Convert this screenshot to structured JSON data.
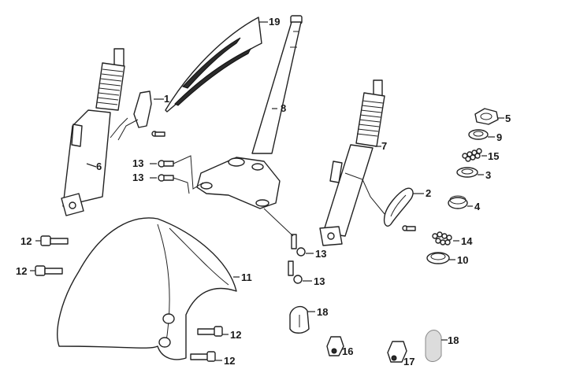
{
  "diagram": {
    "callouts": [
      {
        "id": "c1",
        "label": "1"
      },
      {
        "id": "c2",
        "label": "2"
      },
      {
        "id": "c3",
        "label": "3"
      },
      {
        "id": "c4",
        "label": "4"
      },
      {
        "id": "c5",
        "label": "5"
      },
      {
        "id": "c6",
        "label": "6"
      },
      {
        "id": "c7",
        "label": "7"
      },
      {
        "id": "c8",
        "label": "8"
      },
      {
        "id": "c9",
        "label": "9"
      },
      {
        "id": "c10",
        "label": "10"
      },
      {
        "id": "c11",
        "label": "11"
      },
      {
        "id": "c12a",
        "label": "12"
      },
      {
        "id": "c12b",
        "label": "12"
      },
      {
        "id": "c12c",
        "label": "12"
      },
      {
        "id": "c12d",
        "label": "12"
      },
      {
        "id": "c13a",
        "label": "13"
      },
      {
        "id": "c13b",
        "label": "13"
      },
      {
        "id": "c13c",
        "label": "13"
      },
      {
        "id": "c13d",
        "label": "13"
      },
      {
        "id": "c14",
        "label": "14"
      },
      {
        "id": "c15",
        "label": "15"
      },
      {
        "id": "c16",
        "label": "16"
      },
      {
        "id": "c17",
        "label": "17"
      },
      {
        "id": "c18a",
        "label": "18"
      },
      {
        "id": "c18b",
        "label": "18"
      },
      {
        "id": "c19",
        "label": "19"
      }
    ]
  },
  "colors": {
    "line": "#222222",
    "background": "#ffffff",
    "label": "#1a1a1a"
  }
}
